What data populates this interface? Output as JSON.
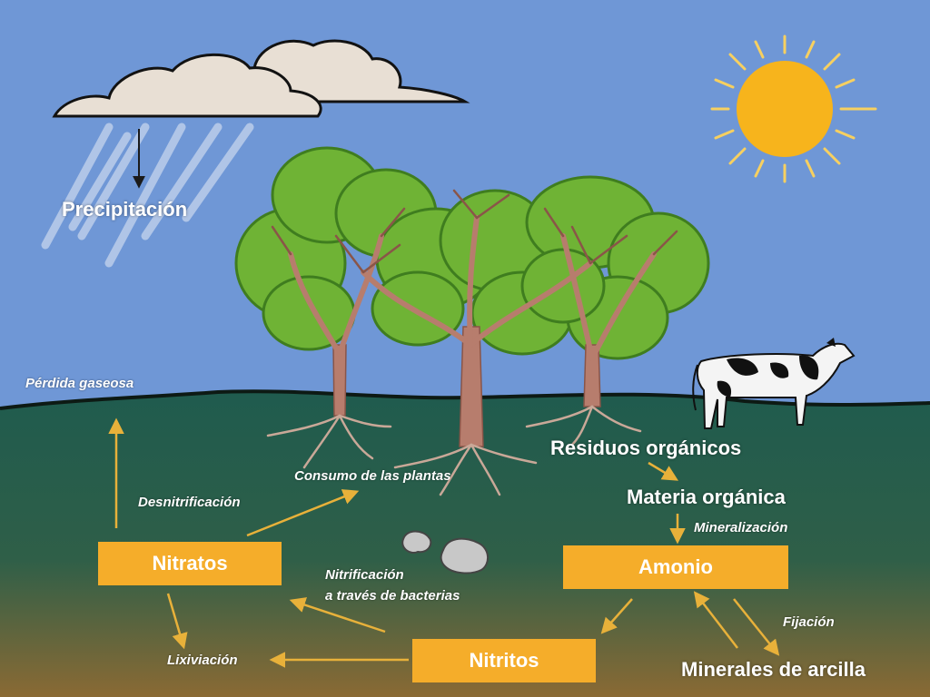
{
  "labels": {
    "precipitacion": "Precipitación",
    "perdida_gaseosa": "Pérdida gaseosa",
    "desnitrificacion": "Desnitrificación",
    "consumo_plantas": "Consumo de las plantas",
    "residuos_organicos": "Residuos orgánicos",
    "materia_organica": "Materia orgánica",
    "mineralizacion": "Mineralización",
    "nitrificacion_line1": "Nitrificación",
    "nitrificacion_line2": "a través de bacterias",
    "fijacion": "Fijación",
    "lixiviacion": "Lixiviación",
    "minerales_arcilla": "Minerales de arcilla"
  },
  "boxes": {
    "nitratos": "Nitratos",
    "amonio": "Amonio",
    "nitritos": "Nitritos"
  },
  "colors": {
    "sky": "#6f97d6",
    "soil_top": "#1f5b4e",
    "soil_bottom": "#8a6a34",
    "box": "#f5ad2a",
    "arrow": "#e8b13a",
    "leaf": "#6fb335",
    "trunk": "#b77d6d",
    "sun": "#f7b41c"
  }
}
